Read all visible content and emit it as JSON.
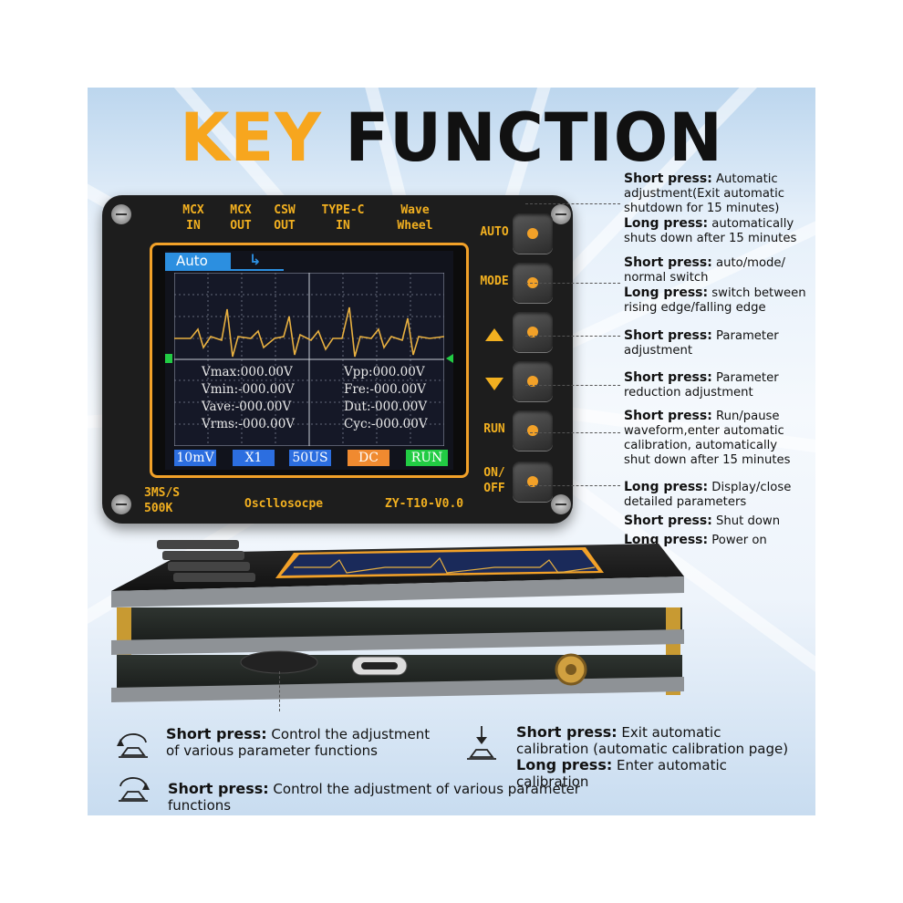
{
  "title": {
    "part1": "KEY",
    "part2": "FUNCTION"
  },
  "colors": {
    "accent": "#f7a61e",
    "screen_blue": "#2c8fe0",
    "trace": "#e8b040"
  },
  "ports": [
    {
      "line1": "MCX",
      "line2": "IN"
    },
    {
      "line1": "MCX",
      "line2": "OUT"
    },
    {
      "line1": "CSW",
      "line2": "OUT"
    },
    {
      "line1": "TYPE-C",
      "line2": "IN"
    },
    {
      "line1": "Wave",
      "line2": "Wheel"
    }
  ],
  "screen": {
    "mode": "Auto",
    "measurements_left": [
      "Vmax:000.00V",
      "Vmin:-000.00V",
      "Vave:-000.00V",
      "Vrms:-000.00V"
    ],
    "measurements_right": [
      "Vpp:000.00V",
      "Fre:-000.00V",
      "Dut:-000.00V",
      "Cyc:-000.00V"
    ],
    "chips": [
      {
        "label": "10mV",
        "color": "#2c6ee0"
      },
      {
        "label": "X1",
        "color": "#2c6ee0"
      },
      {
        "label": "50US",
        "color": "#2c6ee0"
      },
      {
        "label": "DC",
        "color": "#f08a30"
      },
      {
        "label": "RUN",
        "color": "#22cc44"
      }
    ]
  },
  "buttons": {
    "auto": "AUTO",
    "mode": "MODE",
    "run": "RUN",
    "onoff_line1": "ON/",
    "onoff_line2": "OFF"
  },
  "device_bottom": {
    "rate_line1": "3MS/S",
    "rate_line2": "500K",
    "name": "Oscllosocpe",
    "model": "ZY-T10-V0.0"
  },
  "descriptions": [
    {
      "key": "Short press:",
      "text": " Automatic adjustment(Exit automatic shutdown for 15 minutes)"
    },
    {
      "key": "Long press:",
      "text": " automatically shuts down after 15 minutes"
    },
    {
      "key": "Short press:",
      "text": " auto/mode/ normal switch"
    },
    {
      "key": "Long press:",
      "text": " switch between rising edge/falling edge"
    },
    {
      "key": "Short press:",
      "text": " Parameter adjustment"
    },
    {
      "key": "Short press:",
      "text": " Parameter reduction adjustment"
    },
    {
      "key": "Short press:",
      "text": " Run/pause waveform,enter automatic calibration, automatically shut down after 15 minutes"
    },
    {
      "key": "Long press:",
      "text": " Display/close detailed parameters"
    },
    {
      "key": "Short press:",
      "text": " Shut down"
    },
    {
      "key": "Long press:",
      "text": " Power on"
    }
  ],
  "wheel_descriptions": [
    {
      "key": "Short press:",
      "text": " Control the adjustment of various parameter functions"
    },
    {
      "key": "Short press:",
      "text": " Control the adjustment of various parameter functions"
    }
  ],
  "press_descriptions": [
    {
      "key": "Short press:",
      "text": " Exit automatic calibration (automatic calibration page)"
    },
    {
      "key": "Long press:",
      "text": " Enter automatic calibration"
    }
  ]
}
